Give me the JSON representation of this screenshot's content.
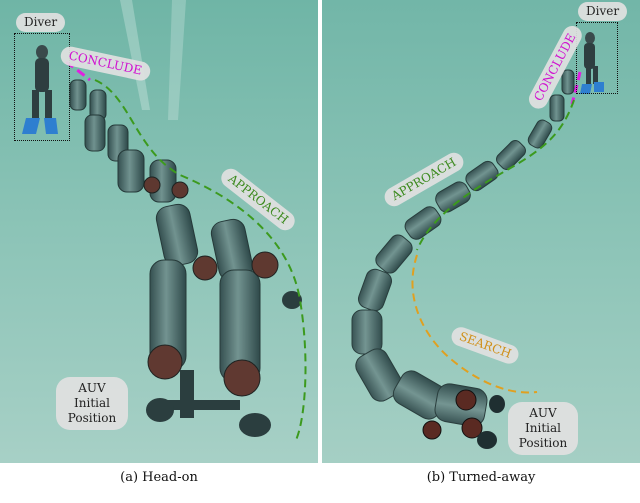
{
  "panels": [
    {
      "caption": "(a) Head-on",
      "labels": {
        "diver": "Diver",
        "conclude": "CONCLUDE",
        "approach": "APPROACH",
        "auv_line1": "AUV",
        "auv_line2": "Initial",
        "auv_line3": "Position"
      }
    },
    {
      "caption": "(b) Turned-away",
      "labels": {
        "diver": "Diver",
        "conclude": "CONCLUDE",
        "approach": "APPROACH",
        "search": "SEARCH",
        "auv_line1": "AUV",
        "auv_line2": "Initial",
        "auv_line3": "Position"
      }
    }
  ],
  "colors": {
    "conclude": "#e020e0",
    "approach": "#3c9a1e",
    "search": "#e0a020",
    "water": "#7fb9ae"
  }
}
